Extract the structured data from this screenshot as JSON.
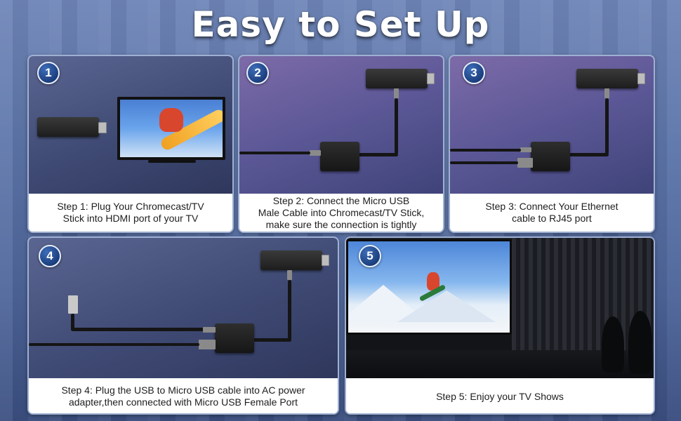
{
  "title": "Easy to Set Up",
  "steps": [
    {
      "number": "1",
      "caption": "Step 1: Plug Your Chromecast/TV\nStick into HDMI port of your TV"
    },
    {
      "number": "2",
      "caption": "Step 2: Connect the Micro USB\nMale Cable into Chromecast/TV Stick,\nmake sure the connection is tightly"
    },
    {
      "number": "3",
      "caption": "Step 3: Connect Your Ethernet\ncable to RJ45 port"
    },
    {
      "number": "4",
      "caption": "Step 4: Plug the USB to Micro USB cable into AC power\nadapter,then connected with Micro USB Female Port"
    },
    {
      "number": "5",
      "caption": "Step 5: Enjoy your TV Shows"
    }
  ],
  "colors": {
    "badge": "#1b3f7e",
    "panel_border": "#9fb0d3",
    "title_text": "#ffffff"
  }
}
